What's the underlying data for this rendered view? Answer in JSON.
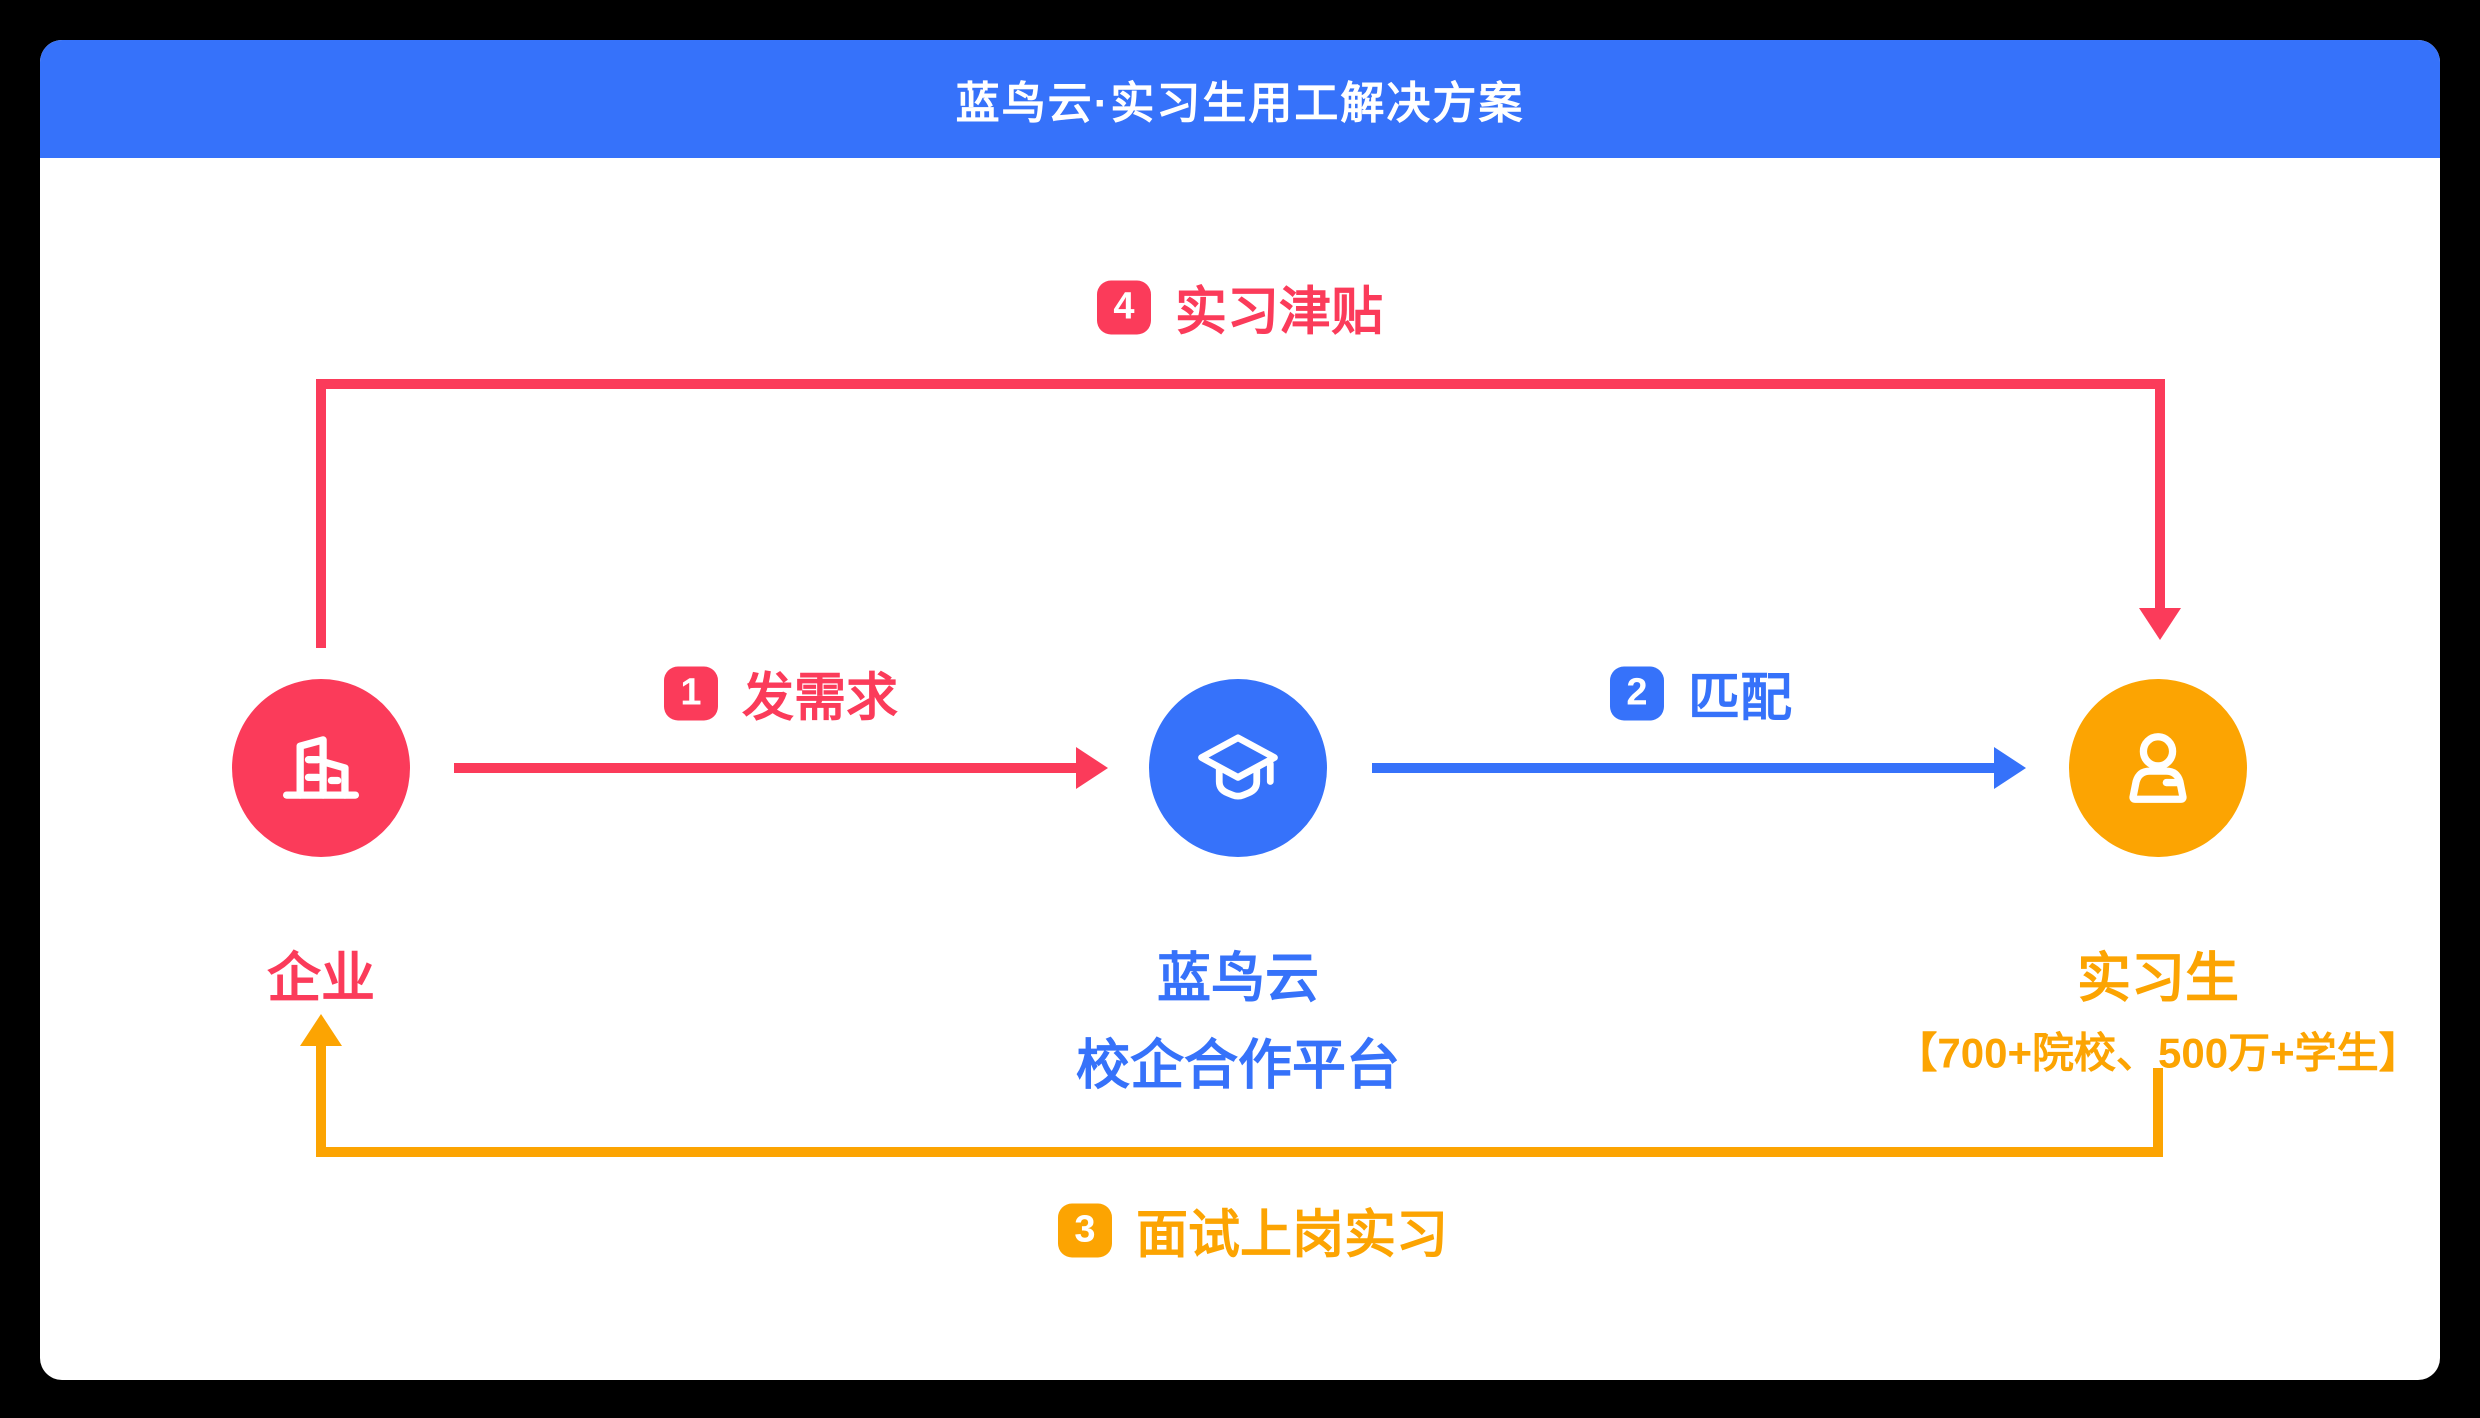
{
  "header": {
    "title": "蓝鸟云·实习生用工解决方案"
  },
  "nodes": [
    {
      "id": "enterprise",
      "label": "企业",
      "icon": "building-icon",
      "color": "#FB3B5A"
    },
    {
      "id": "platform",
      "label": "蓝鸟云",
      "label2": "校企合作平台",
      "icon": "graduation-cap-icon",
      "color": "#3672FA"
    },
    {
      "id": "intern",
      "label": "实习生",
      "subtitle": "【700+院校、500万+学生】",
      "icon": "person-icon",
      "color": "#FCA402"
    }
  ],
  "steps": [
    {
      "number": "1",
      "label": "发需求",
      "color": "#FB3B5A",
      "from": "enterprise",
      "to": "platform"
    },
    {
      "number": "2",
      "label": "匹配",
      "color": "#3672FA",
      "from": "platform",
      "to": "intern"
    },
    {
      "number": "3",
      "label": "面试上岗实习",
      "color": "#FCA402",
      "from": "intern",
      "to": "enterprise"
    },
    {
      "number": "4",
      "label": "实习津贴",
      "color": "#FB3B5A",
      "from": "enterprise",
      "to": "intern"
    }
  ],
  "colors": {
    "header_bg": "#3672FA",
    "red": "#FB3B5A",
    "blue": "#3672FA",
    "orange": "#FCA402",
    "card_bg": "#FFFFFF",
    "page_bg": "#000000"
  }
}
